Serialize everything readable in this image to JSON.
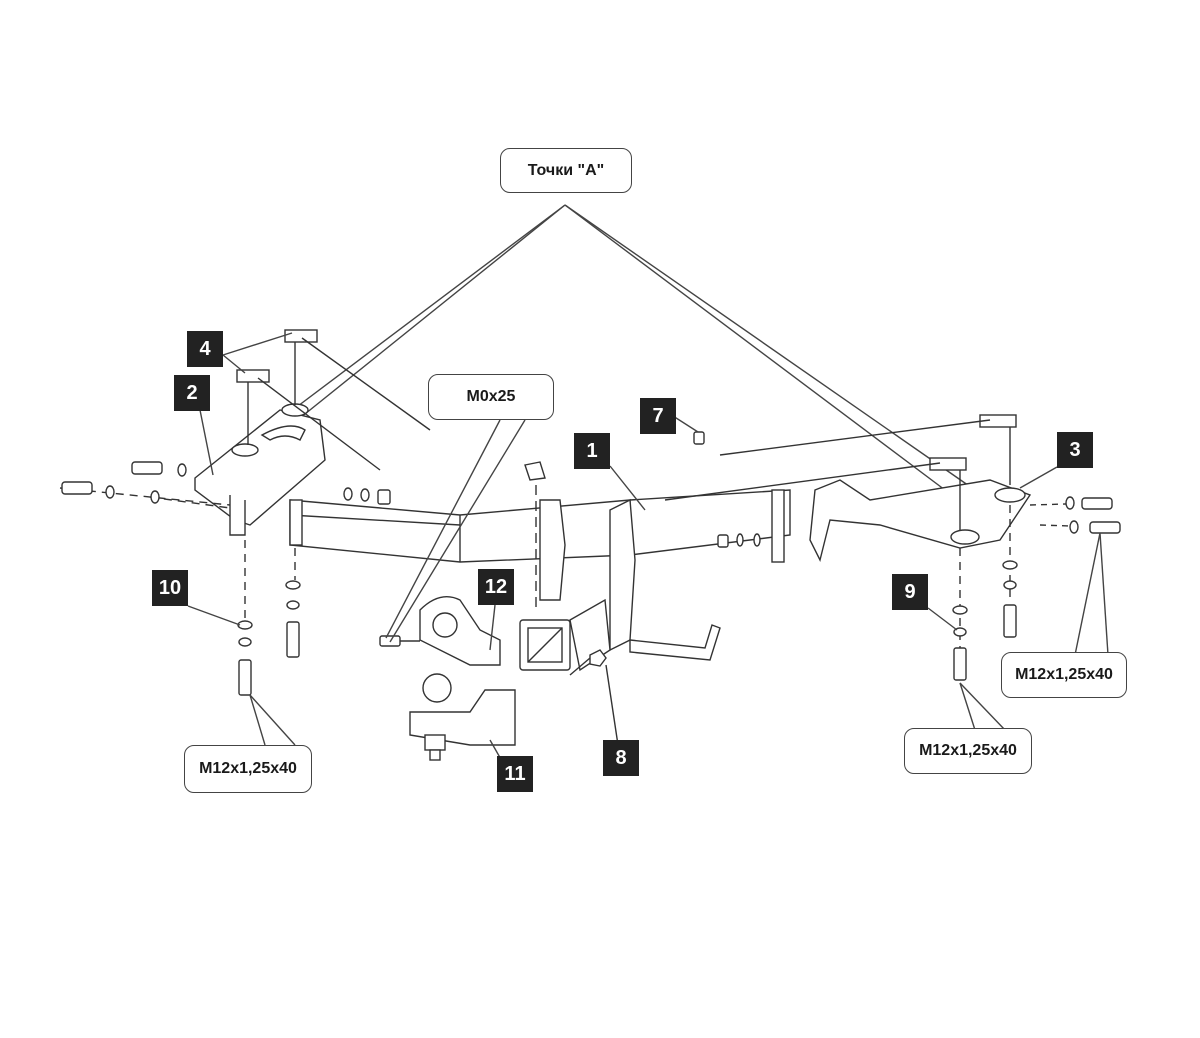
{
  "diagram": {
    "title": "Tow hitch exploded assembly diagram",
    "callouts": {
      "points_a": "Точки \"A\"",
      "bolt_center": "M0x25",
      "bolt_left": "M12x1,25x40",
      "bolt_right_lower": "M12x1,25x40",
      "bolt_right_upper": "M12x1,25x40"
    },
    "part_numbers": {
      "p1": "1",
      "p2": "2",
      "p3": "3",
      "p4": "4",
      "p7": "7",
      "p8": "8",
      "p9": "9",
      "p10": "10",
      "p11": "11",
      "p12": "12"
    },
    "colors": {
      "badge_bg": "#222222",
      "badge_text": "#ffffff",
      "line": "#333333"
    }
  }
}
